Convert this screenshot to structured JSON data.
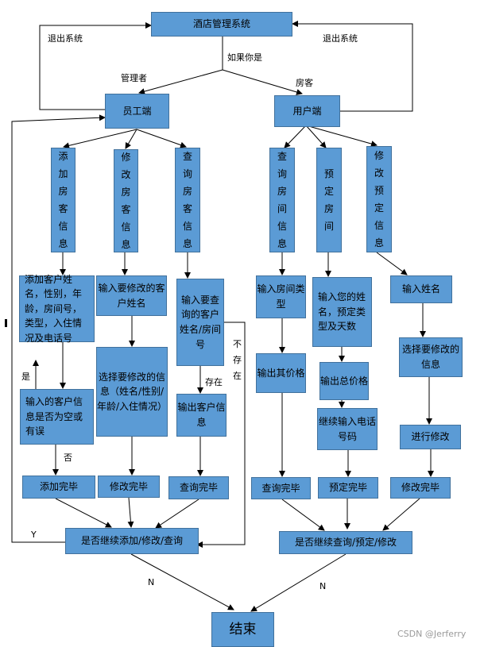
{
  "diagram": {
    "title": "酒店管理系统",
    "roles": {
      "admin": "管理者",
      "guest": "房客"
    },
    "exit_label": "退出系统",
    "ask_label": "如果你是",
    "staff_node": "员工端",
    "user_node": "用户端",
    "staff_ops": {
      "add": "添加房客信息",
      "modify": "修改房客信息",
      "query": "查询房客信息"
    },
    "user_ops": {
      "query_room": "查询房间信息",
      "book_room": "预定房间",
      "modify_booking": "修改预定信息"
    },
    "staff_steps": {
      "add_input": "添加客户姓名，性别，年龄，房间号，类型，入住情况及电话号",
      "add_check": "输入的客户信息是否为空或有误",
      "add_done": "添加完毕",
      "modify_input": "输入要修改的客户姓名",
      "modify_select": "选择要修改的信息（姓名/性别/年龄/入住情况）",
      "modify_done": "修改完毕",
      "query_input": "输入要查询的客户姓名/房间号",
      "query_output": "输出客户信息",
      "query_done": "查询完毕"
    },
    "user_steps": {
      "qr_input": "输入房间类型",
      "qr_output": "输出其价格",
      "qr_done": "查询完毕",
      "book_input": "输入您的姓名，预定类型及天数",
      "book_total": "输出总价格",
      "book_phone": "继续输入电话号码",
      "book_done": "预定完毕",
      "mod_name": "输入姓名",
      "mod_select": "选择要修改的信息",
      "mod_do": "进行修改",
      "mod_done": "修改完毕"
    },
    "staff_continue": "是否继续添加/修改/查询",
    "user_continue": "是否继续查询/预定/修改",
    "end": "结束",
    "labels": {
      "yes": "是",
      "no": "否",
      "exists": "存在",
      "not_exists": "不存在",
      "Y": "Y",
      "N": "N"
    },
    "watermark": "CSDN @Jerferry"
  }
}
